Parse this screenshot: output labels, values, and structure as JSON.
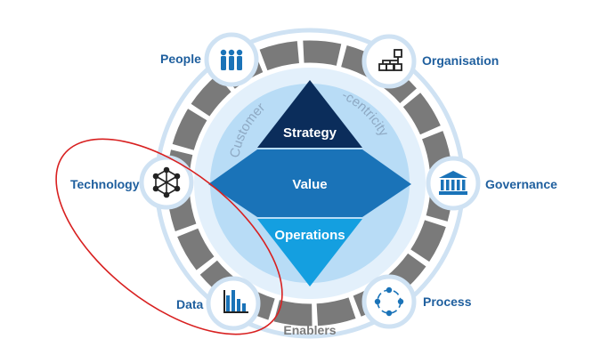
{
  "diamond": {
    "strategy": "Strategy",
    "value": "Value",
    "operations": "Operations"
  },
  "arc_text": {
    "left": "Customer",
    "right": "-centricity"
  },
  "enablers_label": "Enablers",
  "nodes": {
    "people": "People",
    "organisation": "Organisation",
    "technology": "Technology",
    "governance": "Governance",
    "data": "Data",
    "process": "Process"
  },
  "icons": {
    "people": "people-group-icon",
    "organisation": "org-chart-icon",
    "technology": "network-icon",
    "governance": "bank-building-icon",
    "data": "bar-chart-icon",
    "process": "process-cycle-icon"
  },
  "colors": {
    "strategy": "#0b2d5b",
    "value": "#1a73b8",
    "operations": "#149fe0",
    "ring": "#7a7a7a",
    "outer_ring": "#cfe2f3",
    "inner_disc": "#b8dcf6",
    "label": "#1f5f9e",
    "highlight": "#d82020"
  }
}
